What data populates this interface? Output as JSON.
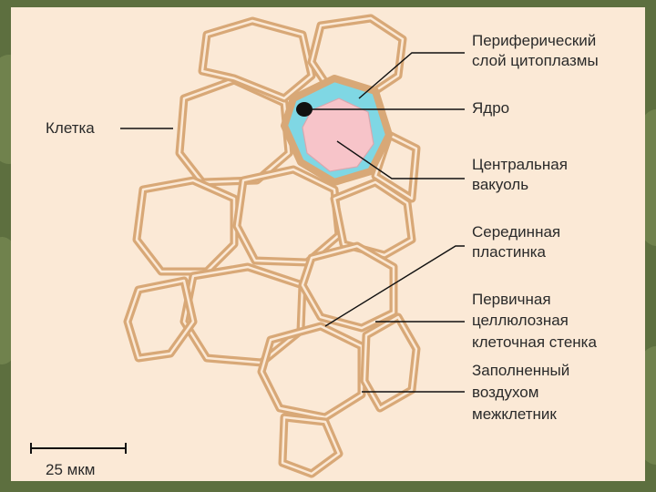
{
  "labels": {
    "peripheral_line1": "Периферический",
    "peripheral_line2": "слой цитоплазмы",
    "nucleus": "Ядро",
    "vacuole_line1": "Центральная",
    "vacuole_line2": "вакуоль",
    "middle_lamella_line1": "Серединная",
    "middle_lamella_line2": "пластинка",
    "primary_wall_line1": "Первичная",
    "primary_wall_line2": "целлюлозная",
    "primary_wall_line3": "клеточная стенка",
    "intercellular_line1": "Заполненный",
    "intercellular_line2": "воздухом",
    "intercellular_line3": "межклетник",
    "cell": "Клетка"
  },
  "scale_bar": {
    "label": "25 мкм"
  },
  "colors": {
    "background": "#fbe9d6",
    "cell_wall": "#d8a877",
    "cytoplasm": "#7fd7e4",
    "vacuole": "#f7c4c9",
    "nucleus": "#111111"
  }
}
